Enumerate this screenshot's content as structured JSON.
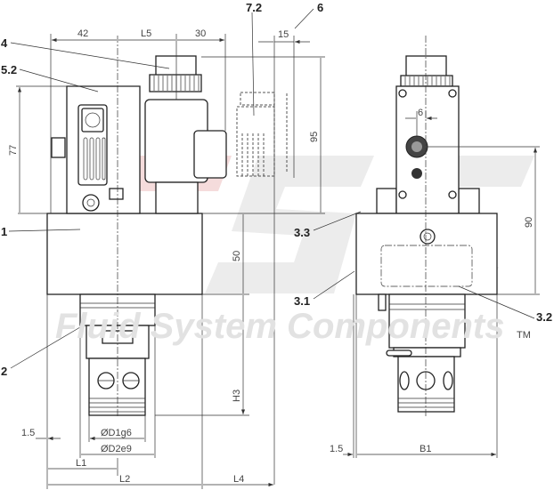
{
  "watermark": {
    "text": "Fluid System Components",
    "tm": "TM",
    "logo_letters": "FSC",
    "colors": {
      "red": "#f3d6d6",
      "gray": "#e8e8e8"
    }
  },
  "dimensions": {
    "top": [
      "42",
      "L5",
      "30",
      "15"
    ],
    "left_height": "77",
    "height_95": "95",
    "block_height": "50",
    "cartridge_height": "H3",
    "bottom": [
      "1.5",
      "ØD1g6",
      "ØD2e9",
      "L1",
      "L2",
      "L4"
    ],
    "right_view": {
      "offset": "6",
      "height": "90",
      "edge": "1.5",
      "width": "B1"
    }
  },
  "part_labels": {
    "p4": "4",
    "p52": "5.2",
    "p1": "1",
    "p2": "2",
    "p72": "7.2",
    "p6": "6",
    "p33": "3.3",
    "p31": "3.1",
    "p32": "3.2"
  }
}
